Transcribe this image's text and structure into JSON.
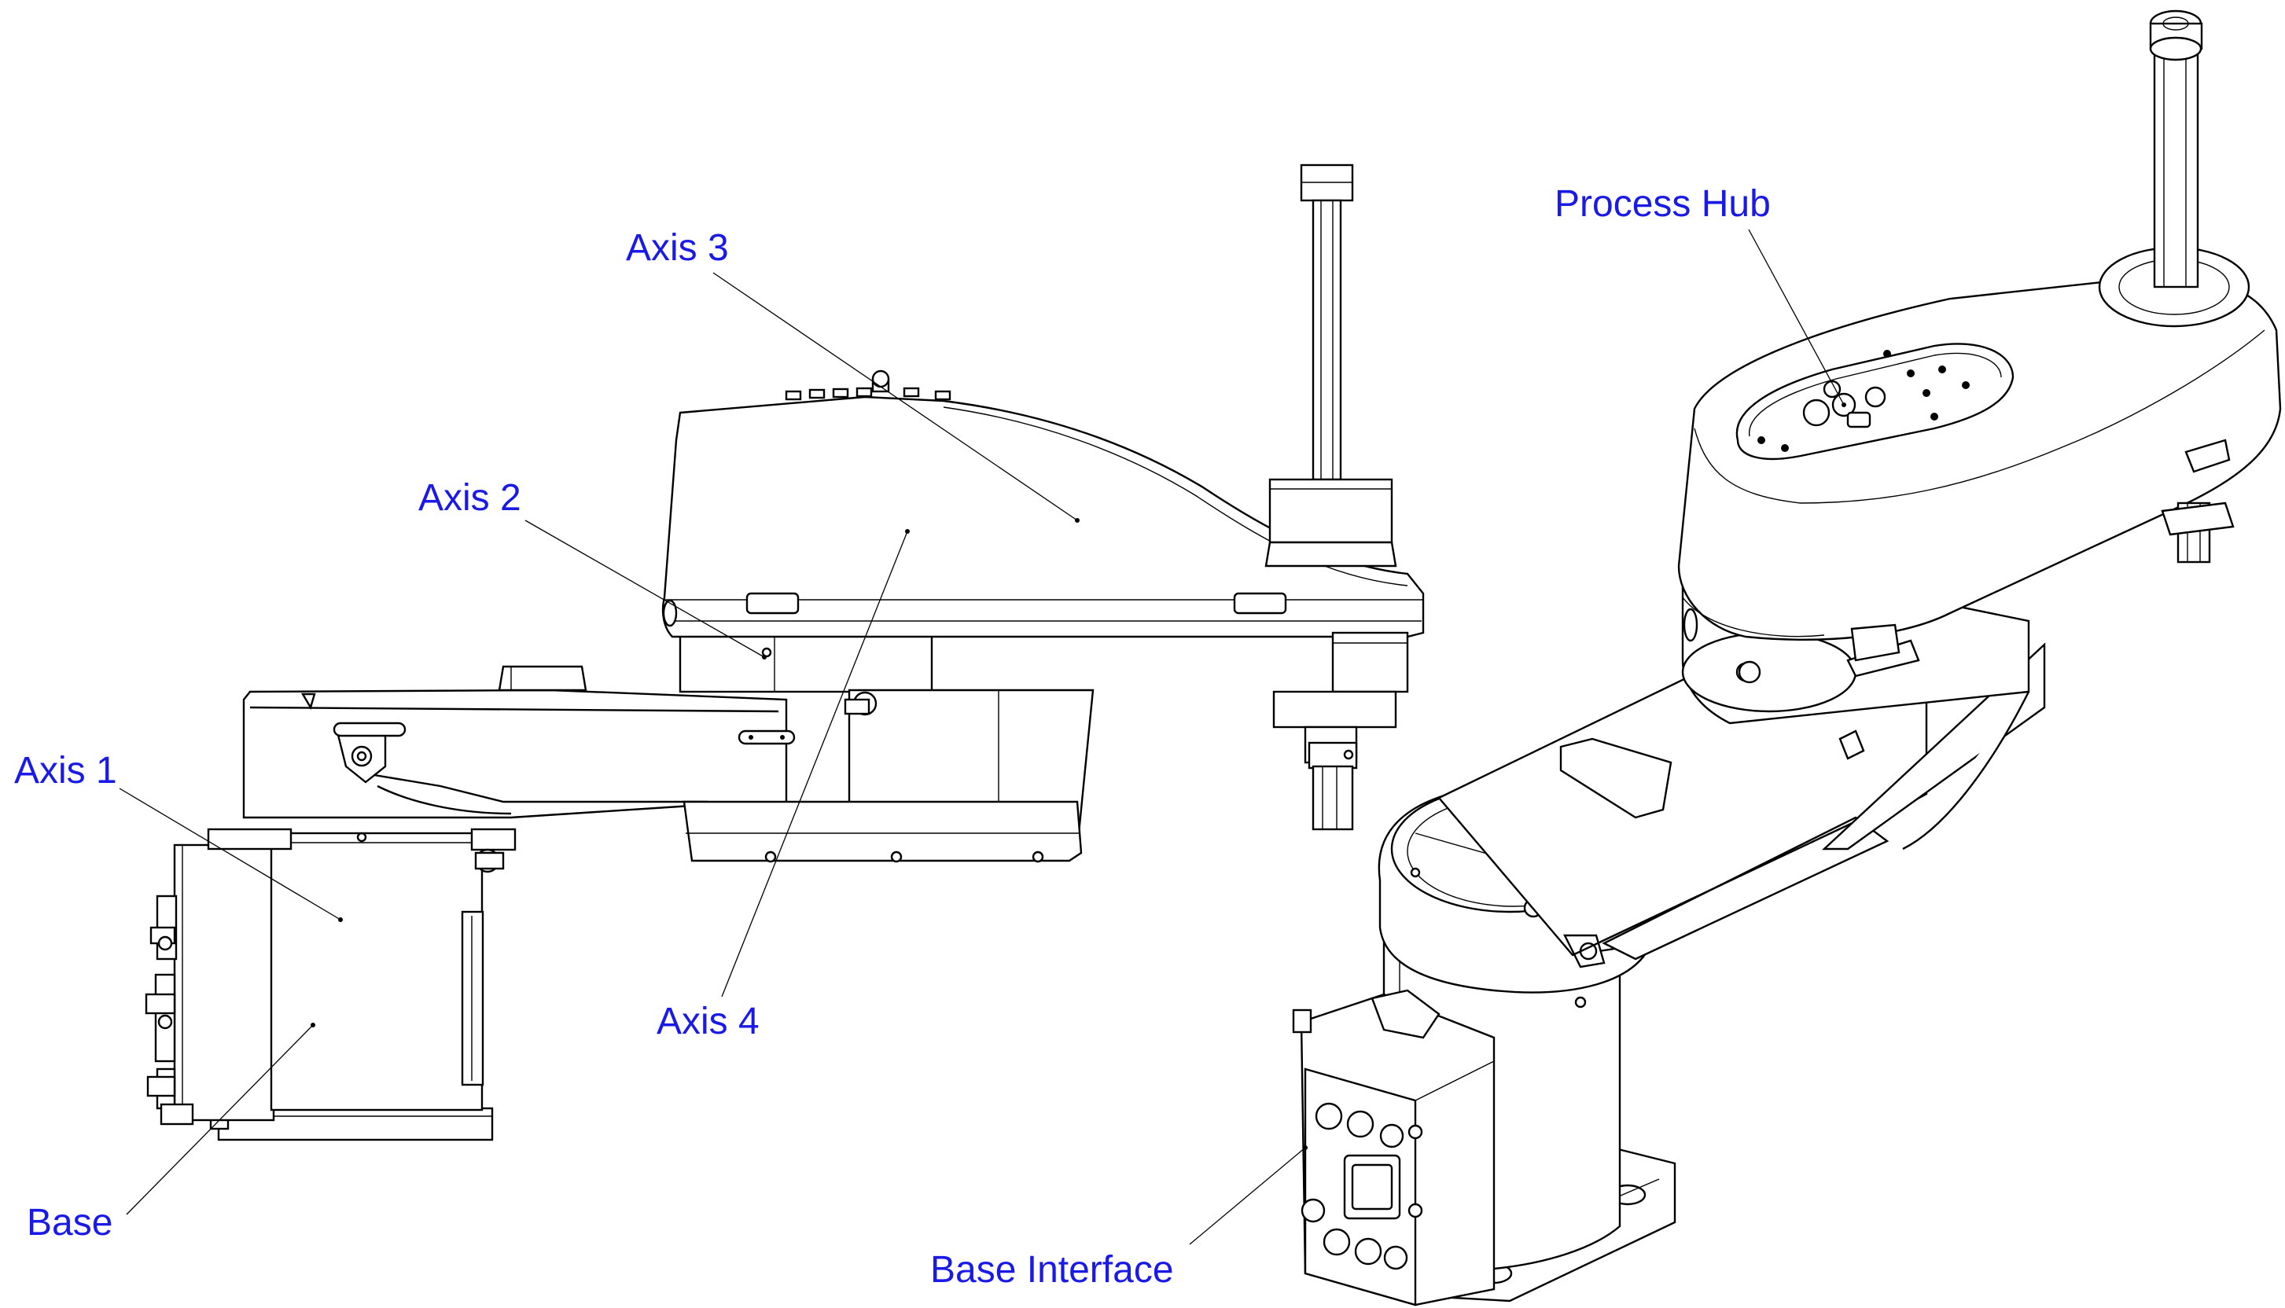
{
  "labels": {
    "axis1": "Axis 1",
    "axis2": "Axis 2",
    "axis3": "Axis 3",
    "axis4": "Axis 4",
    "base": "Base",
    "base_interface": "Base Interface",
    "process_hub": "Process Hub"
  },
  "colors": {
    "label": "#1a1ae6",
    "line": "#000000",
    "background": "#ffffff"
  }
}
